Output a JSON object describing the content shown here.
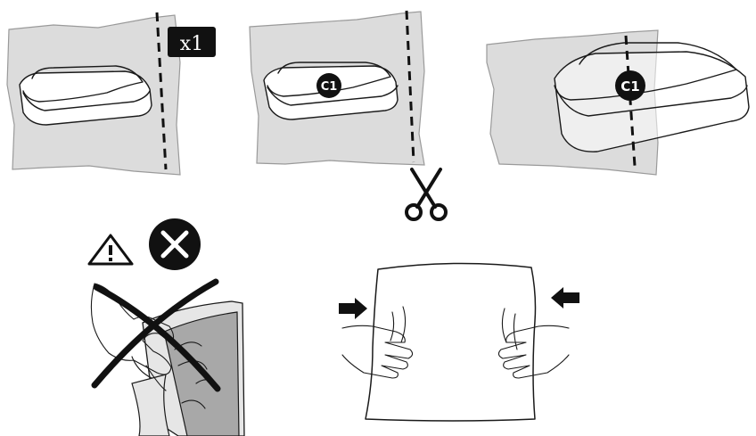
{
  "panel1": {
    "quantity_label": "x1"
  },
  "panel2": {
    "part_code": "C1"
  },
  "panel3": {
    "part_code": "C1"
  },
  "colors": {
    "sheet_gray": "#dcdcdc",
    "dark_gray": "#a8a8a8",
    "ink": "#111111",
    "background": "#ffffff"
  },
  "icons": [
    "scissors-icon",
    "warning-triangle-icon",
    "prohibited-x-icon",
    "push-arrow-icon"
  ]
}
